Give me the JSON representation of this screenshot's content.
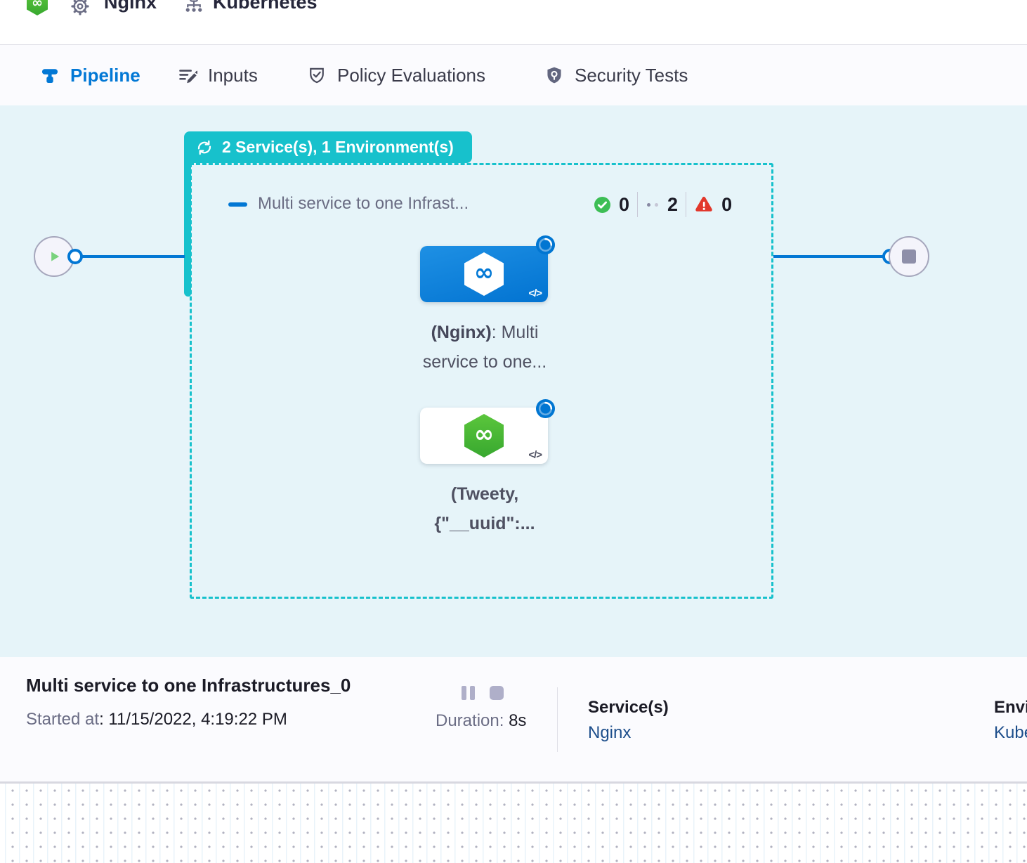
{
  "header": {
    "pipeline_name": "Nginx",
    "env_name": "Kubernetes"
  },
  "tabs": [
    {
      "label": "Pipeline",
      "active": true
    },
    {
      "label": "Inputs",
      "active": false
    },
    {
      "label": "Policy Evaluations",
      "active": false
    },
    {
      "label": "Security Tests",
      "active": false
    }
  ],
  "canvas": {
    "stage_badge": "2 Service(s), 1 Environment(s)",
    "stage_title": "Multi service to one Infrast...",
    "counts": {
      "success": "0",
      "running": "2",
      "failed": "0"
    },
    "node1": {
      "name": "(Nginx)",
      "suffix": ": Multi",
      "line2": "service to one..."
    },
    "node2": {
      "name": "(Tweety,",
      "line2": "{\"__uuid\":..."
    }
  },
  "icons": {
    "infinity": "∞",
    "code": "</>"
  },
  "footer": {
    "title": "Multi service to one Infrastructures_0",
    "started_label": "Started at",
    "started_value": ": 11/15/2022, 4:19:22 PM",
    "duration_label": "Duration: ",
    "duration_value": "8s",
    "services_label": "Service(s)",
    "services_value": "Nginx",
    "environments_label": "Environment(s)",
    "environments_value": "Kubernetes"
  },
  "colors": {
    "accent_blue": "#0278D5",
    "stage_teal": "#17C1CC",
    "success_green": "#3DBE55",
    "error_red": "#E2372B",
    "link_navy": "#1D4E8B",
    "canvas_bg": "#E6F4F9"
  }
}
